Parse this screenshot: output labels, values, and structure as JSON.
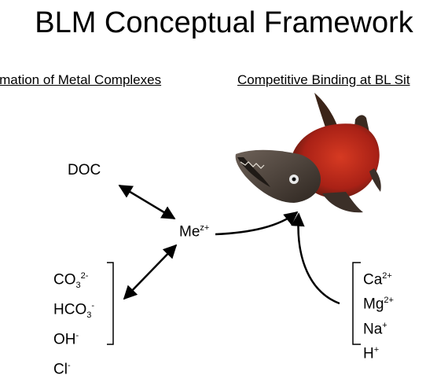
{
  "title": "BLM Conceptual Framework",
  "left_heading": "ormation of Metal Complexes",
  "right_heading": "Competitive Binding at BL Sit",
  "doc": "DOC",
  "metal": {
    "base": "Me",
    "charge": "z+"
  },
  "ligands": [
    {
      "base": "CO",
      "sub": "3",
      "sup": "2-"
    },
    {
      "base": "HCO",
      "sub": "3",
      "sup": "-"
    },
    {
      "base": "OH",
      "sub": "",
      "sup": "-"
    },
    {
      "base": "Cl",
      "sub": "",
      "sup": "-"
    }
  ],
  "cations": [
    {
      "base": "Ca",
      "sup": "2+"
    },
    {
      "base": "Mg",
      "sup": "2+"
    },
    {
      "base": "Na",
      "sup": "+"
    },
    {
      "base": "H",
      "sup": "+"
    }
  ],
  "icons": {
    "fish": "salmon-fish-icon"
  },
  "colors": {
    "fish_body": "#b3261a",
    "fish_head": "#4a4038",
    "text": "#000000"
  }
}
